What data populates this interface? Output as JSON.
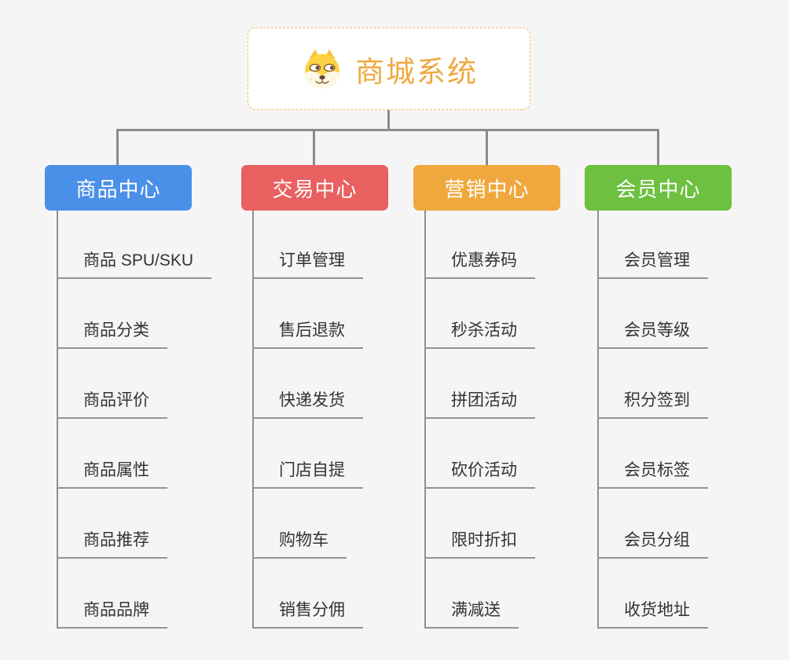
{
  "root": {
    "label": "商城系统",
    "icon": "shiba-dog-icon",
    "accent_color": "#f0a83e",
    "border_color": "#f2b95e"
  },
  "branches": [
    {
      "label": "商品中心",
      "color": "#4b90e8",
      "children": [
        "商品 SPU/SKU",
        "商品分类",
        "商品评价",
        "商品属性",
        "商品推荐",
        "商品品牌"
      ]
    },
    {
      "label": "交易中心",
      "color": "#e96060",
      "children": [
        "订单管理",
        "售后退款",
        "快递发货",
        "门店自提",
        "购物车",
        "销售分佣"
      ]
    },
    {
      "label": "营销中心",
      "color": "#efa83d",
      "children": [
        "优惠券码",
        "秒杀活动",
        "拼团活动",
        "砍价活动",
        "限时折扣",
        "满减送"
      ]
    },
    {
      "label": "会员中心",
      "color": "#6dc040",
      "children": [
        "会员管理",
        "会员等级",
        "积分签到",
        "会员标签",
        "会员分组",
        "收货地址"
      ]
    }
  ],
  "line_color": "#8b8b8b",
  "background_color": "#f5f5f5"
}
